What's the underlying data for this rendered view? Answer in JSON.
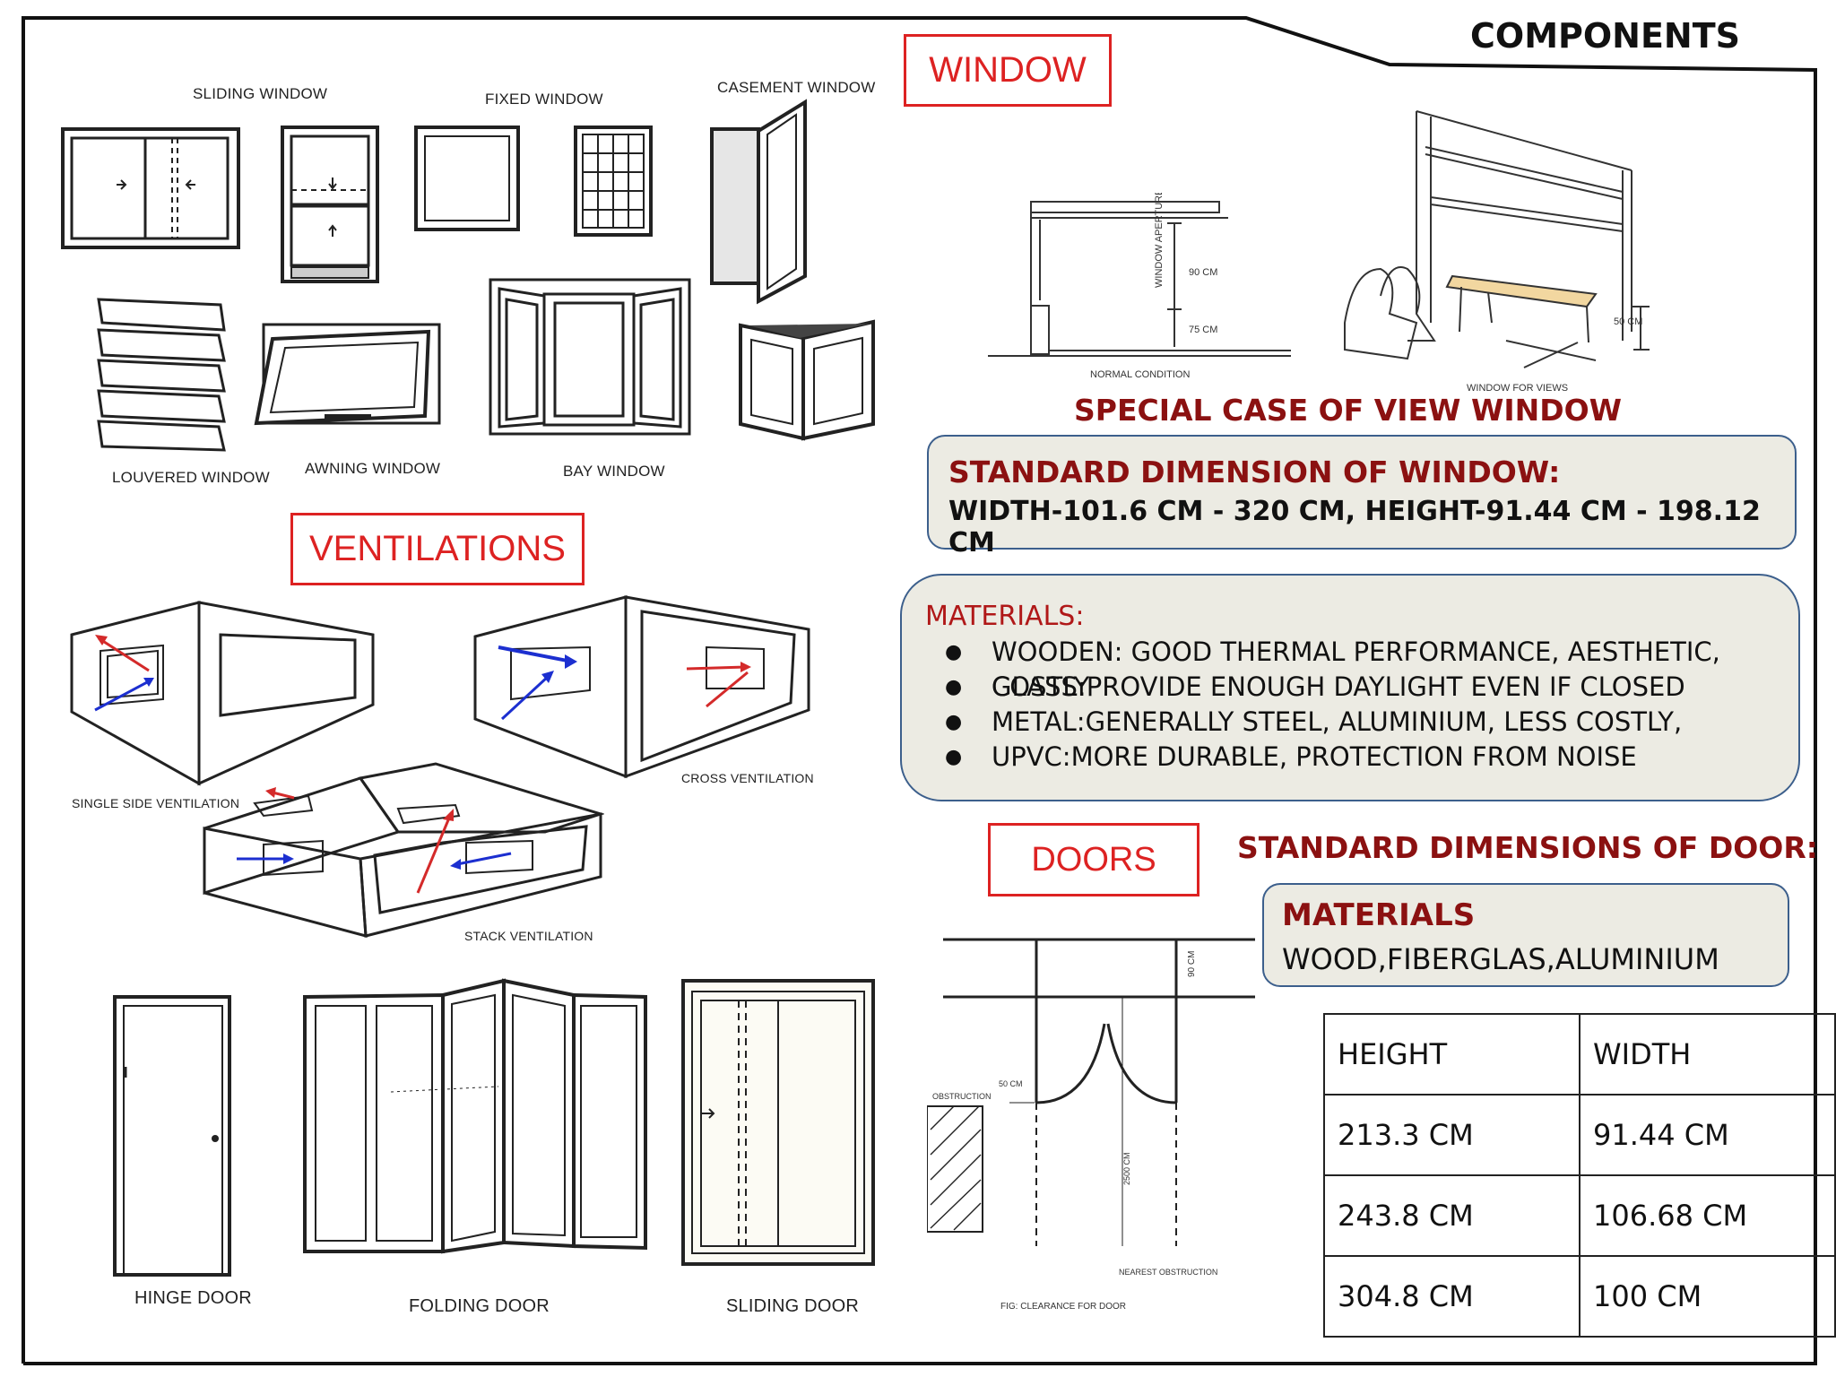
{
  "header": {
    "title": "COMPONENTS"
  },
  "sections": {
    "window_label": "WINDOW",
    "ventilations_label": "VENTILATIONS",
    "doors_label": "DOORS"
  },
  "window_types": {
    "sliding": "SLIDING WINDOW",
    "fixed": "FIXED WINDOW",
    "casement": "CASEMENT WINDOW",
    "louvered": "LOUVERED WINDOW",
    "awning": "AWNING WINDOW",
    "bay": "BAY WINDOW"
  },
  "view_window": {
    "aperture": "WINDOW APERTURE",
    "dim_90": "90 CM",
    "dim_75": "75 CM",
    "normal": "NORMAL CONDITION",
    "dim_50": "50 CM",
    "views": "WINDOW FOR VIEWS",
    "heading": "SPECIAL CASE OF VIEW WINDOW"
  },
  "standard_window": {
    "heading": "STANDARD DIMENSION OF WINDOW:",
    "value": "WIDTH-101.6 CM - 320 CM, HEIGHT-91.44 CM - 198.12 CM"
  },
  "materials_window": {
    "heading": "MATERIALS:",
    "items": [
      "WOODEN: GOOD THERMAL PERFORMANCE, AESTHETIC, COSTLY",
      "GLASS:PROVIDE ENOUGH DAYLIGHT EVEN IF CLOSED",
      "METAL:GENERALLY STEEL, ALUMINIUM, LESS COSTLY,",
      "UPVC:MORE DURABLE, PROTECTION FROM NOISE"
    ]
  },
  "ventilation_types": {
    "single": "SINGLE SIDE VENTILATION",
    "cross": "CROSS VENTILATION",
    "stack": "STACK VENTILATION"
  },
  "door_types": {
    "hinge": "HINGE DOOR",
    "folding": "FOLDING DOOR",
    "sliding": "SLIDING DOOR"
  },
  "door_clearance": {
    "dim_90": "90 CM",
    "dim_50": "50 CM",
    "obstruction": "OBSTRUCTION",
    "dim_2500": "2500 CM",
    "nearest": "NEAREST OBSTRUCTION",
    "caption": "FIG: CLEARANCE FOR DOOR"
  },
  "doors": {
    "standard_heading": "STANDARD DIMENSIONS OF DOOR:",
    "materials_heading": "MATERIALS",
    "materials_value": "WOOD,FIBERGLAS,ALUMINIUM",
    "table": {
      "headers": [
        "HEIGHT",
        "WIDTH"
      ],
      "rows": [
        [
          "213.3 CM",
          "91.44 CM"
        ],
        [
          "243.8 CM",
          "106.68 CM"
        ],
        [
          "304.8 CM",
          "100 CM"
        ]
      ]
    }
  },
  "colors": {
    "accent_red": "#dd2222",
    "maroon": "#8b1111",
    "panel_bg": "#ecebe3",
    "panel_border": "#3c5f8c",
    "arrow_blue": "#1c2fd0"
  }
}
